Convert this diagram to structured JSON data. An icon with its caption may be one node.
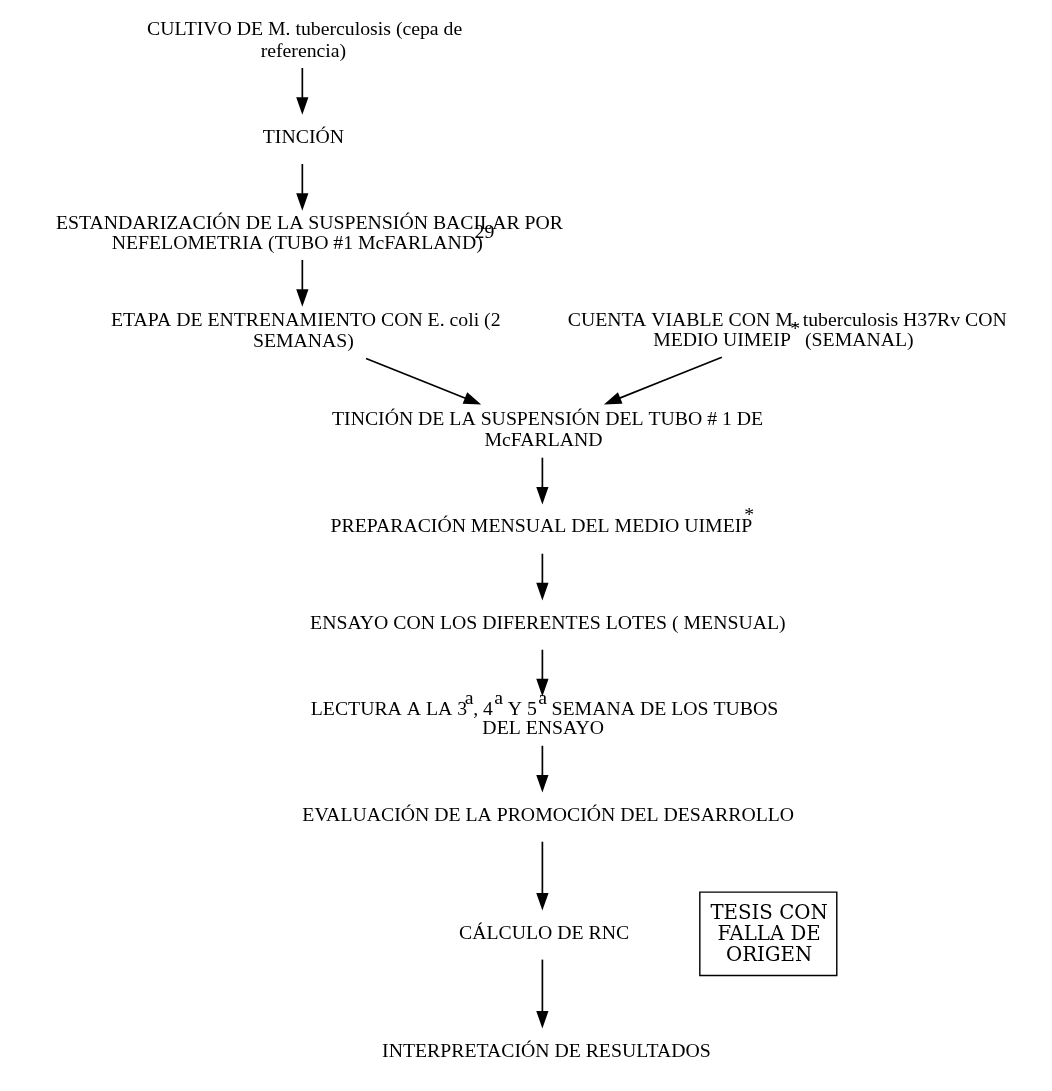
{
  "diagram": {
    "nodes": [
      {
        "text": [
          "CULTIVO DE M. tuberculosis (cepa de referencia)"
        ]
      },
      {
        "text": [
          "TINCIÓN"
        ]
      },
      {
        "text": [
          "ESTANDARIZACIÓN DE LA SUSPENSIÓN BACILAR POR NEFELOMETRIA (TUBO #1 McFARLAND)$^{29}$"
        ]
      },
      {
        "text": [
          "ETAPA DE ENTRENAMIENTO CON E. coli (2 SEMANAS)"
        ]
      },
      {
        "text": [
          "CUENTA VIABLE CON M. tuberculosis H37Rv CON MEDIO UIMEIP$^{*}$ (SEMANAL)"
        ]
      },
      {
        "text": [
          "TINCIÓN DE LA SUSPENSIÓN DEL TUBO # 1 DE McFARLAND"
        ]
      },
      {
        "text": [
          "PREPARACIÓN MENSUAL DEL MEDIO UIMEIP$^{*}$"
        ]
      },
      {
        "text": [
          "ENSAYO CON LOS DIFERENTES LOTES ( MENSUAL)"
        ]
      },
      {
        "text": [
          "LECTURA A LA 3$^{a}$, 4$^{a}$ Y 5$^{a}$ SEMANA DE LOS TUBOS DEL ENSAYO"
        ]
      },
      {
        "text": [
          "EVALUACIÓN DE LA PROMOCIÓN DEL DESARROLLO"
        ]
      },
      {
        "text": [
          "CÁLCULO DE RNC"
        ]
      },
      {
        "text": [
          "INTERPRETACIÓN DE RESULTADOS"
        ]
      }
    ],
    "edges": [
      {
        "from": 0,
        "to": 1,
        "arrow": "to"
      },
      {
        "from": 1,
        "to": 2,
        "arrow": "to"
      },
      {
        "from": 2,
        "to": 3,
        "arrow": "to"
      },
      {
        "from": 3,
        "to": 5,
        "arrow": "to"
      },
      {
        "from": 4,
        "to": 5,
        "arrow": "to"
      },
      {
        "from": 5,
        "to": 6,
        "arrow": "to"
      },
      {
        "from": 6,
        "to": 7,
        "arrow": "to"
      },
      {
        "from": 7,
        "to": 8,
        "arrow": "to"
      },
      {
        "from": 8,
        "to": 9,
        "arrow": "to"
      },
      {
        "from": 9,
        "to": 10,
        "arrow": "to"
      },
      {
        "from": 10,
        "to": 11,
        "arrow": "to"
      }
    ],
    "labels": [
      "TESIS CON FALLA DE ORIGEN"
    ]
  }
}
